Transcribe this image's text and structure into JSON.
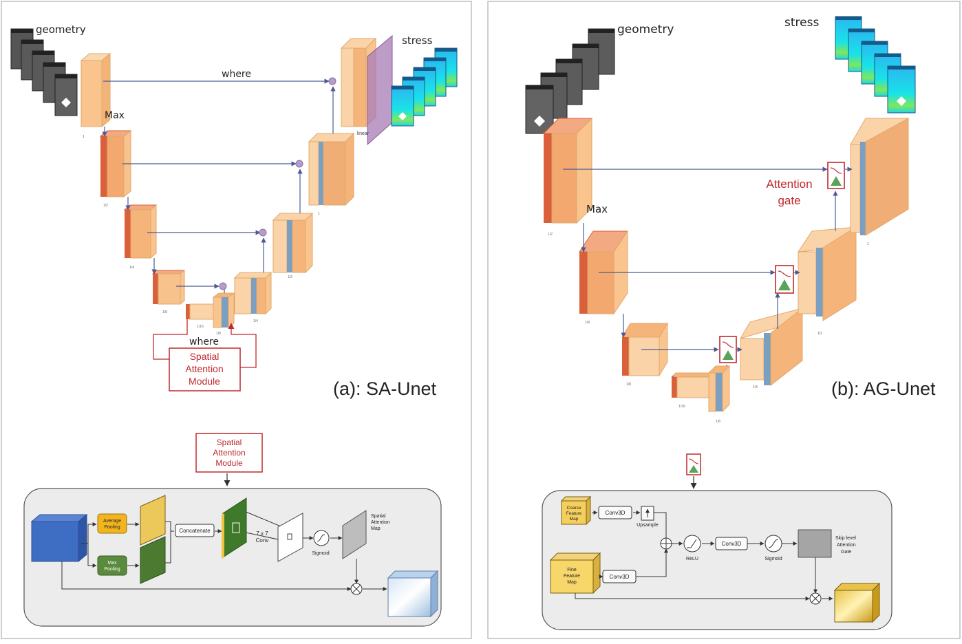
{
  "panel_a": {
    "caption": "(a): SA-Unet",
    "input_label": "geometry",
    "output_label": "stress",
    "skip_label": "where",
    "pool_label": "Max",
    "bottleneck_label": "where",
    "linear_label": "linear",
    "module_label_lines": [
      "Spatial",
      "Attention",
      "Module"
    ],
    "module_callout_lines": [
      "Spatial",
      "Attention",
      "Module"
    ],
    "detail": {
      "avg_pool_lines": [
        "Average",
        "Pooling"
      ],
      "max_pool_lines": [
        "Max",
        "Pooling"
      ],
      "concat": "Concatenate",
      "conv_lines": [
        "7 x 7",
        "Conv"
      ],
      "sigmoid": "Sigmoid",
      "map_lines": [
        "Spatial",
        "Attention",
        "Map"
      ]
    },
    "scale_labels": [
      "1",
      "1/2",
      "1/4",
      "1/8",
      "1/16",
      "1/8",
      "1/4",
      "1/2",
      "1"
    ]
  },
  "panel_b": {
    "caption": "(b): AG-Unet",
    "input_label": "geometry",
    "output_label": "stress",
    "pool_label": "Max",
    "gate_label_lines": [
      "Attention",
      "gate"
    ],
    "detail": {
      "coarse_lines": [
        "Coarse",
        "Feature",
        "Map"
      ],
      "fine_lines": [
        "Fine",
        "Feature",
        "Map"
      ],
      "conv_top": "Conv3D",
      "conv_bottom": "Conv3D",
      "conv_mid": "Conv3D",
      "upsample": "Upsample",
      "relu": "ReLU",
      "sigmoid": "Sigmoid",
      "gate_lines": [
        "Skip level",
        "Attention",
        "Gate"
      ]
    },
    "scale_labels": [
      "1/2",
      "1/4",
      "1/8",
      "1/16",
      "1/8",
      "1/4",
      "1/2",
      "1"
    ]
  },
  "colors": {
    "attention_red": "#c0282d",
    "block_orange": "#f9c48e",
    "block_red": "#d9603a",
    "block_blue": "#7b9fc1",
    "linear_purple": "#a77bb5",
    "avg_pool_yellow": "#f2b51d",
    "max_pool_green": "#5a8a3c",
    "input_cube_blue": "#3e6dc4",
    "skip_arrow": "#4d5a94"
  }
}
